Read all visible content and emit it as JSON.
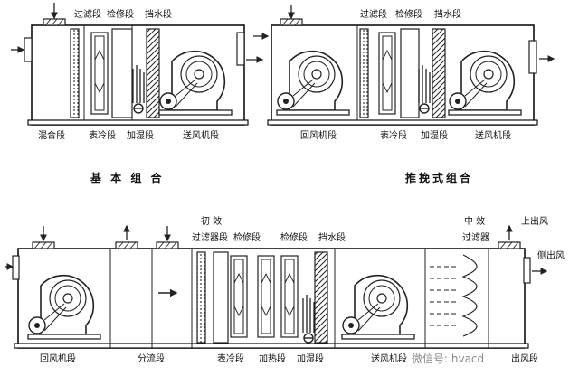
{
  "diagram1": {
    "top_labels": [
      "过滤段",
      "检修段",
      "挡水段"
    ],
    "bottom_labels": [
      "混合段",
      "表冷段",
      "加湿段",
      "送风机段"
    ],
    "title": "基 本 组 合"
  },
  "diagram2": {
    "top_labels": [
      "过滤段",
      "检修段",
      "挡水段"
    ],
    "bottom_labels": [
      "回风机段",
      "表冷段",
      "加湿段",
      "送风机段"
    ],
    "title": "推挽式组合"
  },
  "diagram3": {
    "top_labels": [
      "初  效",
      "过滤器段",
      "检修段",
      "检修段",
      "挡水段",
      "中  效",
      "过滤器",
      "上出风",
      "侧出风"
    ],
    "bottom_labels": [
      "回风机段",
      "分流段",
      "表冷段",
      "加热段",
      "加湿段",
      "送风机段",
      "出风段"
    ]
  },
  "watermark": "微信号: hvacd",
  "icons": [
    "fan-icon",
    "filter-icon",
    "coil-icon",
    "humidifier-icon",
    "arrow-icon",
    "damper-icon"
  ]
}
